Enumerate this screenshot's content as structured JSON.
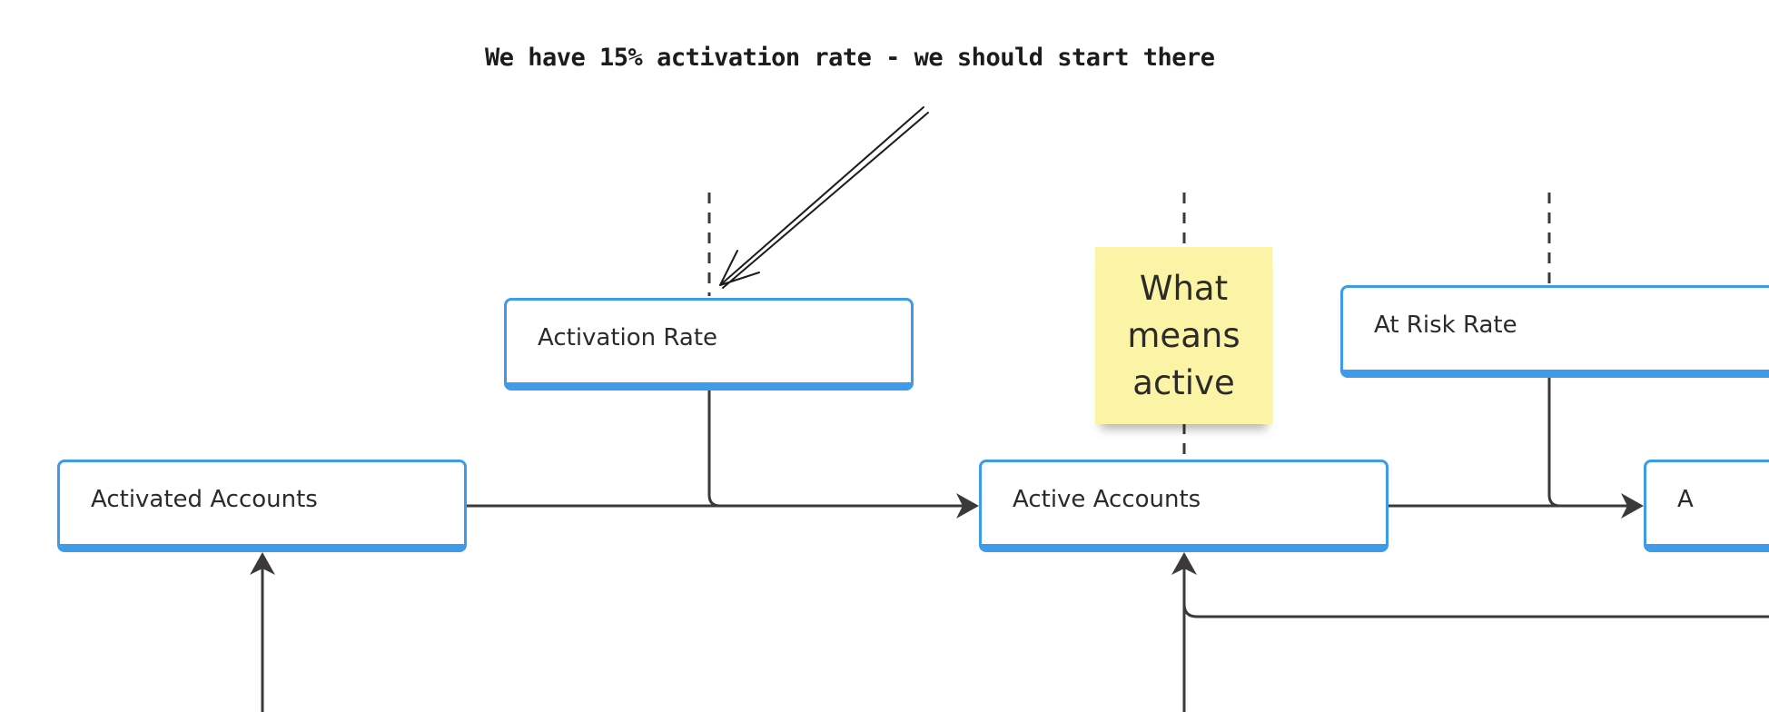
{
  "annotation": {
    "text": "We have 15% activation rate - we should start there"
  },
  "nodes": {
    "activation_rate": "Activation Rate",
    "activated_accounts": "Activated Accounts",
    "active_accounts": "Active Accounts",
    "at_risk_rate": "At Risk Rate",
    "partial_next": "A"
  },
  "sticky_note": {
    "text": "What means active",
    "color": "#fbf3a5"
  },
  "colors": {
    "node_border": "#3d9be9",
    "connector": "#3a3a3a",
    "annotation_ink": "#1c1c1c"
  }
}
